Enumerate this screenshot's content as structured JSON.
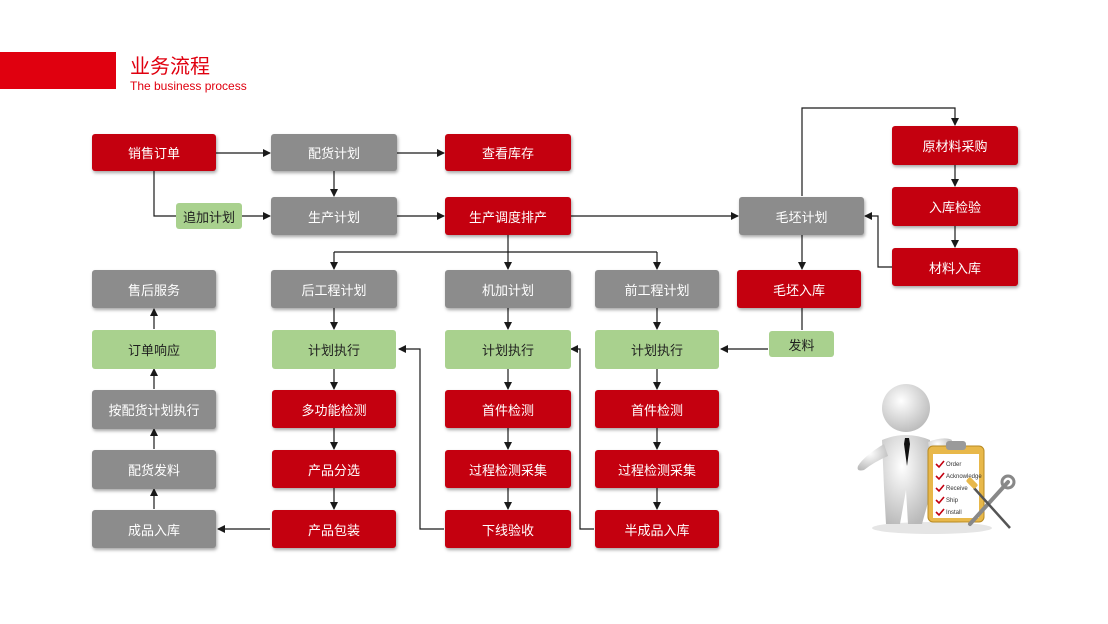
{
  "header": {
    "title": "业务流程",
    "subtitle": "The business process"
  },
  "boxes": {
    "sales_order": "销售订单",
    "dist_plan": "配货计划",
    "check_stock": "查看库存",
    "add_plan": "追加计划",
    "prod_plan": "生产计划",
    "prod_schedule": "生产调度排产",
    "blank_plan": "毛坯计划",
    "raw_purchase": "原材料采购",
    "inbound_inspect": "入库检验",
    "material_inbound": "材料入库",
    "after_sales": "售后服务",
    "post_plan": "后工程计划",
    "machining_plan": "机加计划",
    "pre_plan": "前工程计划",
    "blank_inbound": "毛坯入库",
    "order_response": "订单响应",
    "exec_post": "计划执行",
    "exec_machining": "计划执行",
    "exec_pre": "计划执行",
    "issue_material": "发料",
    "exec_by_dist": "按配货计划执行",
    "multi_inspect": "多功能检测",
    "first_inspect_m": "首件检测",
    "first_inspect_p": "首件检测",
    "dist_issue": "配货发料",
    "product_sort": "产品分选",
    "process_collect_m": "过程检测采集",
    "process_collect_p": "过程检测采集",
    "finished_inbound": "成品入库",
    "product_pack": "产品包装",
    "offline_accept": "下线验收",
    "semi_inbound": "半成品入库"
  },
  "illustration": {
    "checklist": [
      "Order",
      "Acknowledge",
      "Receive",
      "Ship",
      "Install"
    ]
  },
  "colors": {
    "brand_red": "#e0000f",
    "box_red": "#c4000f",
    "box_gray": "#8c8c8c",
    "box_green": "#a9d18e"
  }
}
